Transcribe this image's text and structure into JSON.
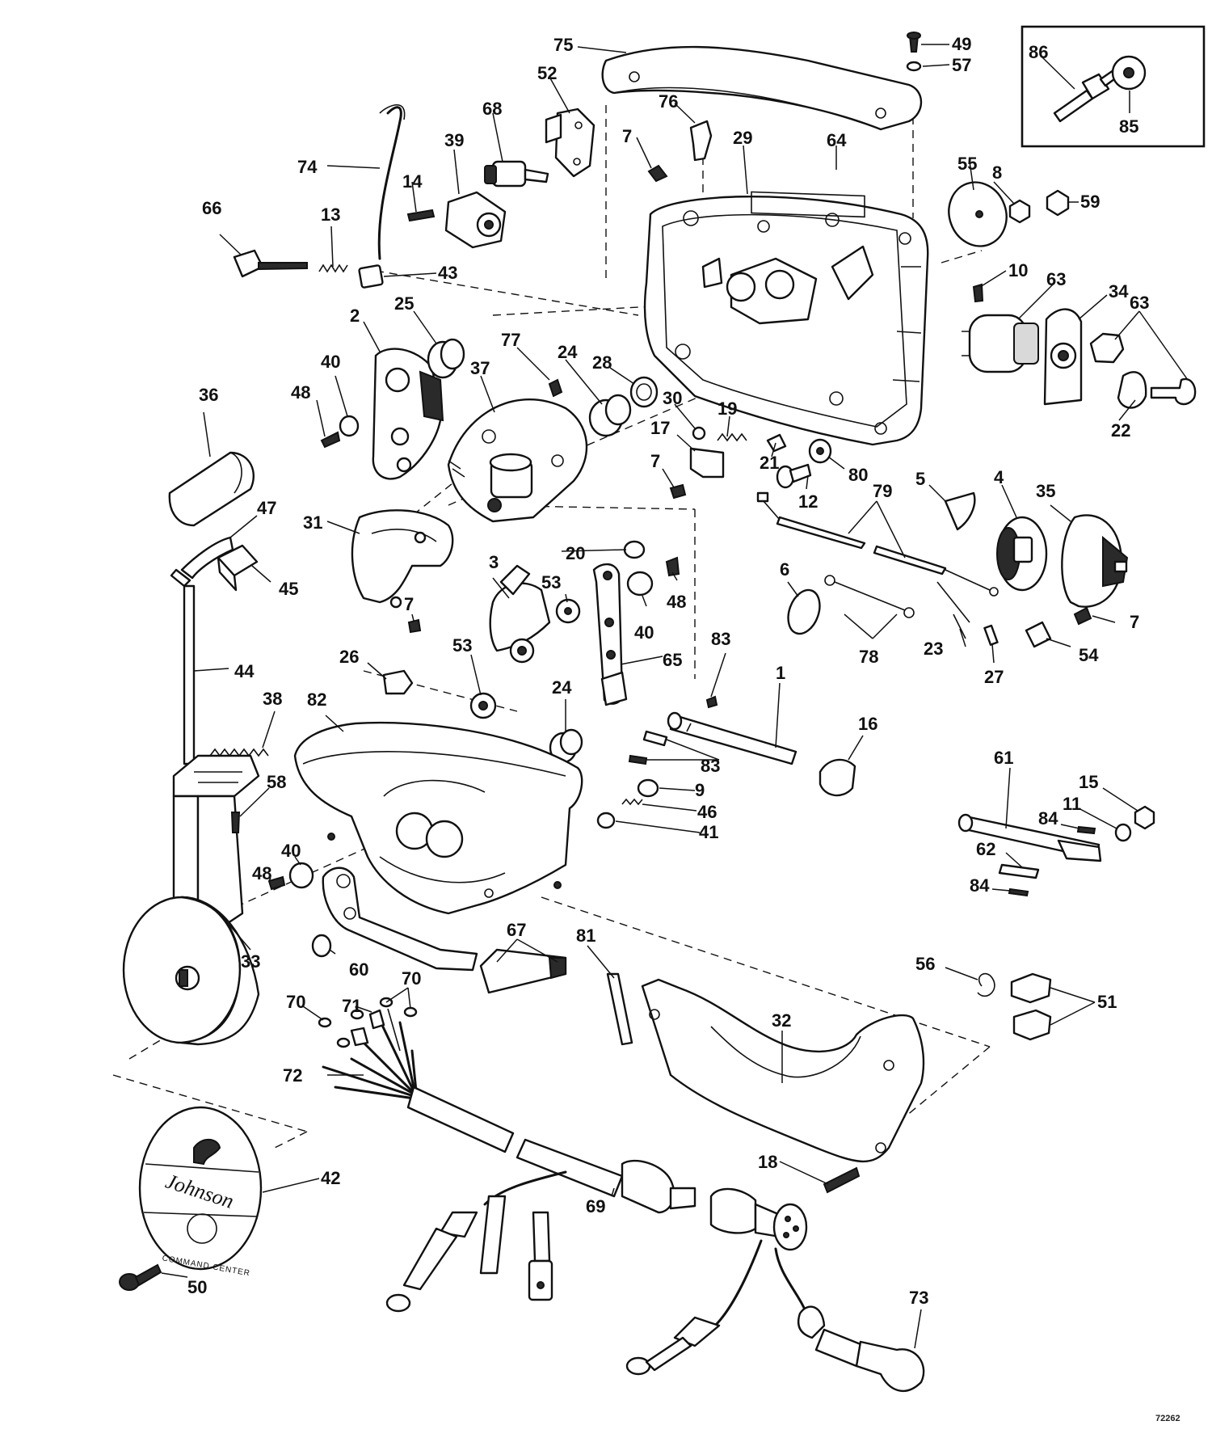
{
  "figure_number": "72262",
  "logo_text": "Johnson",
  "logo_subtext": "COMMAND CENTER",
  "callouts": [
    {
      "id": "c75a",
      "label": "75"
    },
    {
      "id": "c49",
      "label": "49"
    },
    {
      "id": "c57",
      "label": "57"
    },
    {
      "id": "c86",
      "label": "86"
    },
    {
      "id": "c85",
      "label": "85"
    },
    {
      "id": "c52",
      "label": "52"
    },
    {
      "id": "c68",
      "label": "68"
    },
    {
      "id": "c76",
      "label": "76"
    },
    {
      "id": "c29",
      "label": "29"
    },
    {
      "id": "c64",
      "label": "64"
    },
    {
      "id": "c7a",
      "label": "7"
    },
    {
      "id": "c39",
      "label": "39"
    },
    {
      "id": "c74",
      "label": "74"
    },
    {
      "id": "c14",
      "label": "14"
    },
    {
      "id": "c55",
      "label": "55"
    },
    {
      "id": "c8",
      "label": "8"
    },
    {
      "id": "c59",
      "label": "59"
    },
    {
      "id": "c66",
      "label": "66"
    },
    {
      "id": "c13",
      "label": "13"
    },
    {
      "id": "c43",
      "label": "43"
    },
    {
      "id": "c10",
      "label": "10"
    },
    {
      "id": "c63a",
      "label": "63"
    },
    {
      "id": "c34",
      "label": "34"
    },
    {
      "id": "c63b",
      "label": "63"
    },
    {
      "id": "c2",
      "label": "2"
    },
    {
      "id": "c25",
      "label": "25"
    },
    {
      "id": "c77",
      "label": "77"
    },
    {
      "id": "c24a",
      "label": "24"
    },
    {
      "id": "c28",
      "label": "28"
    },
    {
      "id": "c40a",
      "label": "40"
    },
    {
      "id": "c37",
      "label": "37"
    },
    {
      "id": "c30",
      "label": "30"
    },
    {
      "id": "c19",
      "label": "19"
    },
    {
      "id": "c48a",
      "label": "48"
    },
    {
      "id": "c36",
      "label": "36"
    },
    {
      "id": "c17",
      "label": "17"
    },
    {
      "id": "c22",
      "label": "22"
    },
    {
      "id": "c7b",
      "label": "7"
    },
    {
      "id": "c21",
      "label": "21"
    },
    {
      "id": "c80",
      "label": "80"
    },
    {
      "id": "c12",
      "label": "12"
    },
    {
      "id": "c5",
      "label": "5"
    },
    {
      "id": "c4",
      "label": "4"
    },
    {
      "id": "c35",
      "label": "35"
    },
    {
      "id": "c47",
      "label": "47"
    },
    {
      "id": "c79",
      "label": "79"
    },
    {
      "id": "c31",
      "label": "31"
    },
    {
      "id": "c20",
      "label": "20"
    },
    {
      "id": "c45",
      "label": "45"
    },
    {
      "id": "c3",
      "label": "3"
    },
    {
      "id": "c53a",
      "label": "53"
    },
    {
      "id": "c48b",
      "label": "48"
    },
    {
      "id": "c6",
      "label": "6"
    },
    {
      "id": "c7c",
      "label": "7"
    },
    {
      "id": "c40b",
      "label": "40"
    },
    {
      "id": "c7d",
      "label": "7"
    },
    {
      "id": "c26",
      "label": "26"
    },
    {
      "id": "c83a",
      "label": "83"
    },
    {
      "id": "c65",
      "label": "65"
    },
    {
      "id": "c78",
      "label": "78"
    },
    {
      "id": "c23",
      "label": "23"
    },
    {
      "id": "c54",
      "label": "54"
    },
    {
      "id": "c44",
      "label": "44"
    },
    {
      "id": "c53b",
      "label": "53"
    },
    {
      "id": "c27",
      "label": "27"
    },
    {
      "id": "c38",
      "label": "38"
    },
    {
      "id": "c82",
      "label": "82"
    },
    {
      "id": "c24b",
      "label": "24"
    },
    {
      "id": "c1",
      "label": "1"
    },
    {
      "id": "c16",
      "label": "16"
    },
    {
      "id": "c83b",
      "label": "83"
    },
    {
      "id": "c61",
      "label": "61"
    },
    {
      "id": "c15",
      "label": "15"
    },
    {
      "id": "c9",
      "label": "9"
    },
    {
      "id": "c58",
      "label": "58"
    },
    {
      "id": "c46",
      "label": "46"
    },
    {
      "id": "c11",
      "label": "11"
    },
    {
      "id": "c84a",
      "label": "84"
    },
    {
      "id": "c41",
      "label": "41"
    },
    {
      "id": "c62",
      "label": "62"
    },
    {
      "id": "c40c",
      "label": "40"
    },
    {
      "id": "c48c",
      "label": "48"
    },
    {
      "id": "c84b",
      "label": "84"
    },
    {
      "id": "c67",
      "label": "67"
    },
    {
      "id": "c33",
      "label": "33"
    },
    {
      "id": "c60",
      "label": "60"
    },
    {
      "id": "c81",
      "label": "81"
    },
    {
      "id": "c56",
      "label": "56"
    },
    {
      "id": "c51",
      "label": "51"
    },
    {
      "id": "c70a",
      "label": "70"
    },
    {
      "id": "c70b",
      "label": "70"
    },
    {
      "id": "c71",
      "label": "71"
    },
    {
      "id": "c32",
      "label": "32"
    },
    {
      "id": "c72",
      "label": "72"
    },
    {
      "id": "c18",
      "label": "18"
    },
    {
      "id": "c42",
      "label": "42"
    },
    {
      "id": "c69",
      "label": "69"
    },
    {
      "id": "c73",
      "label": "73"
    },
    {
      "id": "c50",
      "label": "50"
    }
  ]
}
